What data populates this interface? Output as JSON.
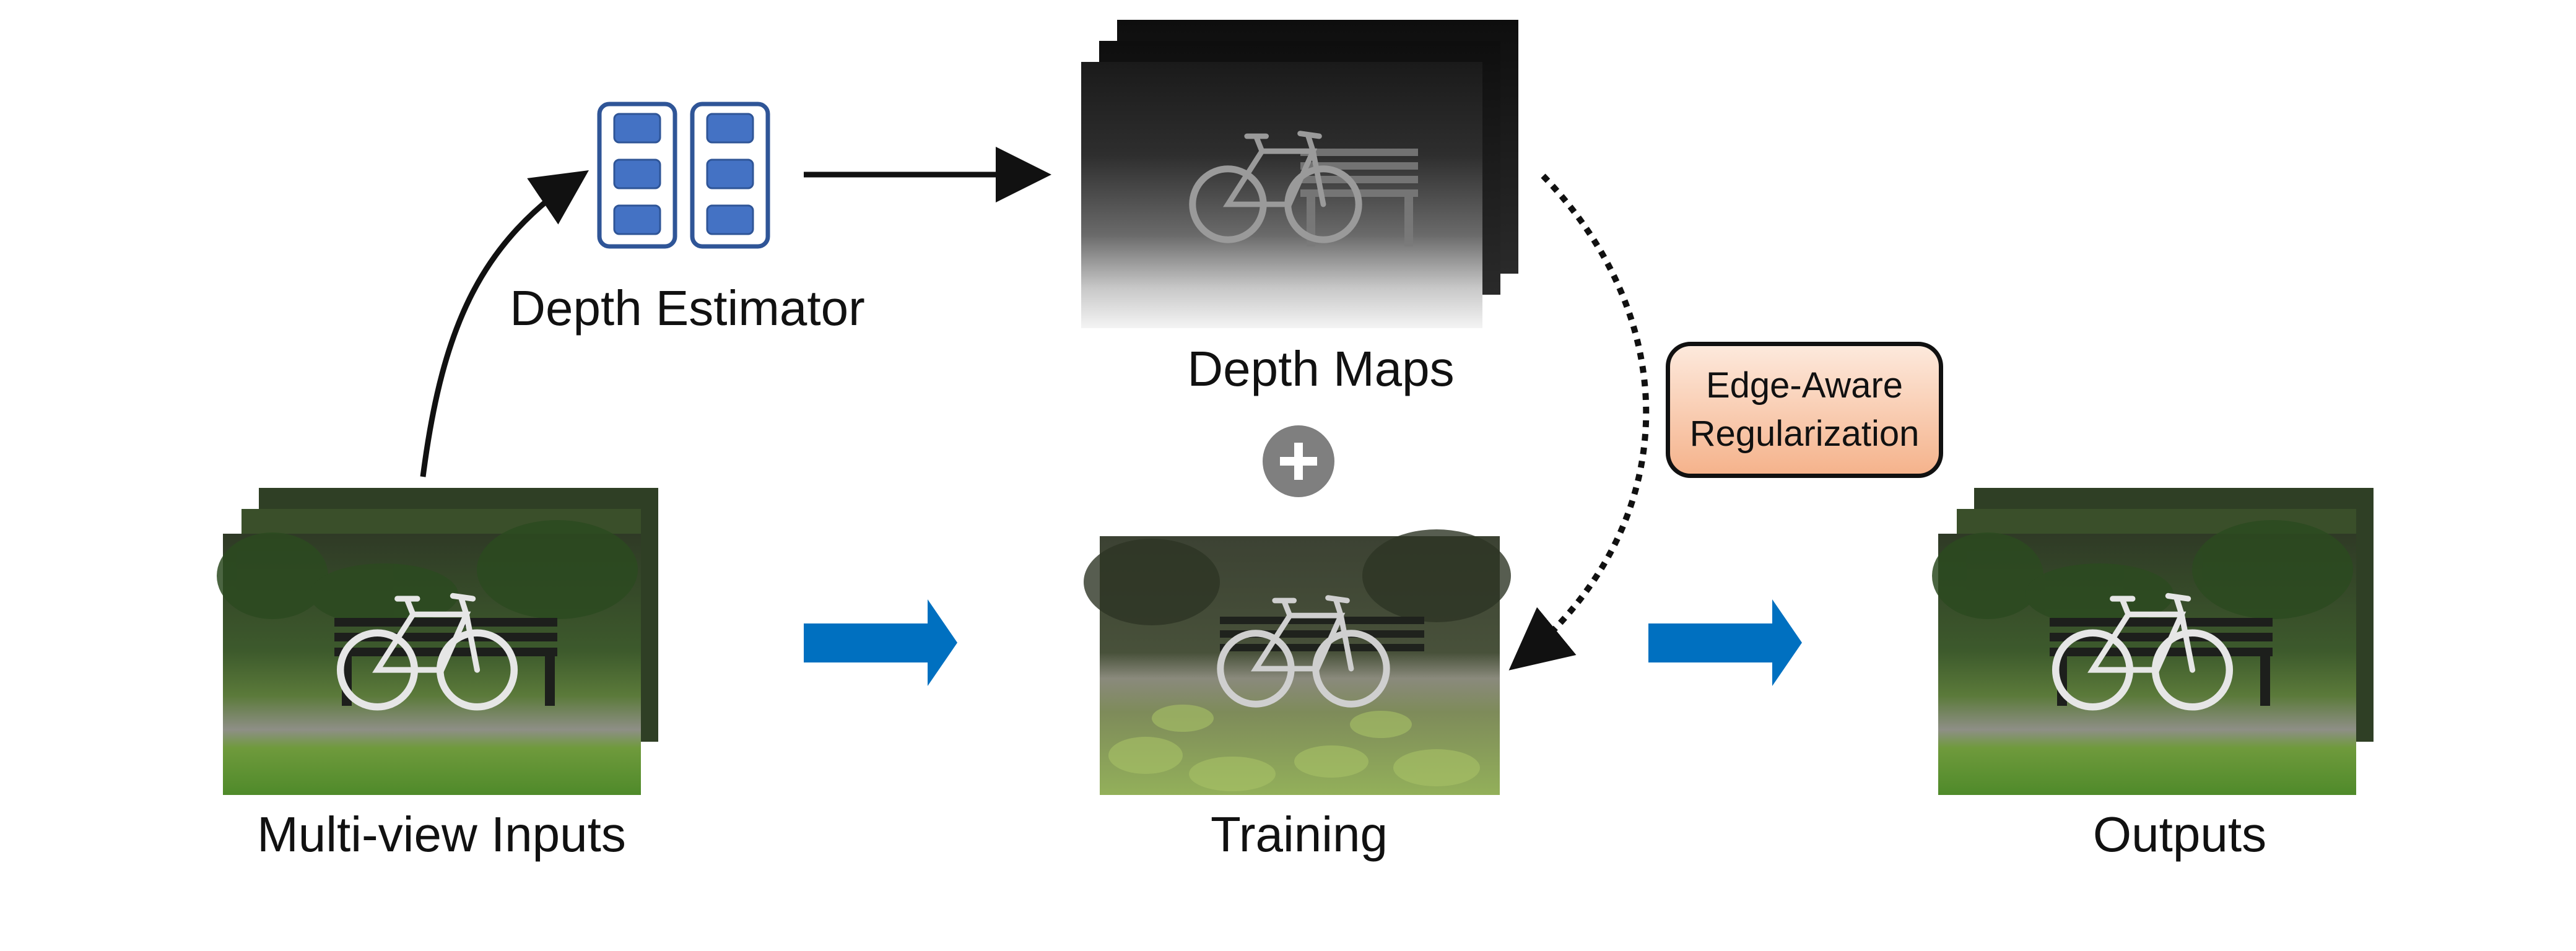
{
  "labels": {
    "depth_estimator": "Depth Estimator",
    "depth_maps": "Depth Maps",
    "multiview_inputs": "Multi-view Inputs",
    "training": "Training",
    "outputs": "Outputs",
    "regularization_line1": "Edge-Aware",
    "regularization_line2": "Regularization"
  },
  "colors": {
    "block_fill": "#4472c4",
    "block_border": "#2f5597",
    "flow_arrow": "#0070c0",
    "plus_circle": "#7f7f7f",
    "badge_top": "#fde9dc",
    "badge_bottom": "#f5b38c"
  },
  "icons": {
    "combine": "plus-circle-icon",
    "network": "depth-estimator-network-icon"
  }
}
